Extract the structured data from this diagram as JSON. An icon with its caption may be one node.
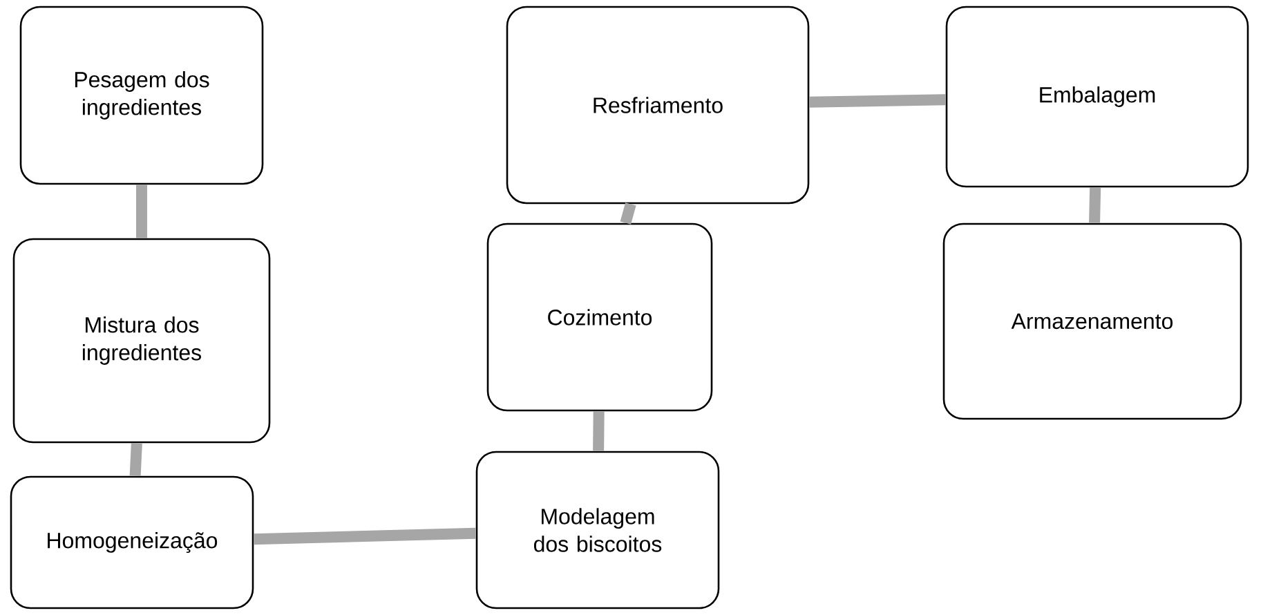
{
  "diagram": {
    "nodes": [
      {
        "text": [
          "Pesagem dos ingredientes"
        ]
      },
      {
        "text": [
          "Mistura dos ingredientes"
        ]
      },
      {
        "text": [
          "Homogeneização"
        ]
      },
      {
        "text": [
          "Modelagem dos biscoitos"
        ]
      },
      {
        "text": [
          "Cozimento"
        ]
      },
      {
        "text": [
          "Resfriamento"
        ]
      },
      {
        "text": [
          "Embalagem"
        ]
      },
      {
        "text": [
          "Armazenamento"
        ]
      }
    ],
    "edges": [
      {
        "from": 0,
        "to": 1,
        "arrow": "none"
      },
      {
        "from": 1,
        "to": 2,
        "arrow": "none"
      },
      {
        "from": 2,
        "to": 3,
        "arrow": "none"
      },
      {
        "from": 3,
        "to": 4,
        "arrow": "none"
      },
      {
        "from": 4,
        "to": 5,
        "arrow": "none"
      },
      {
        "from": 5,
        "to": 6,
        "arrow": "none"
      },
      {
        "from": 6,
        "to": 7,
        "arrow": "none"
      }
    ]
  }
}
